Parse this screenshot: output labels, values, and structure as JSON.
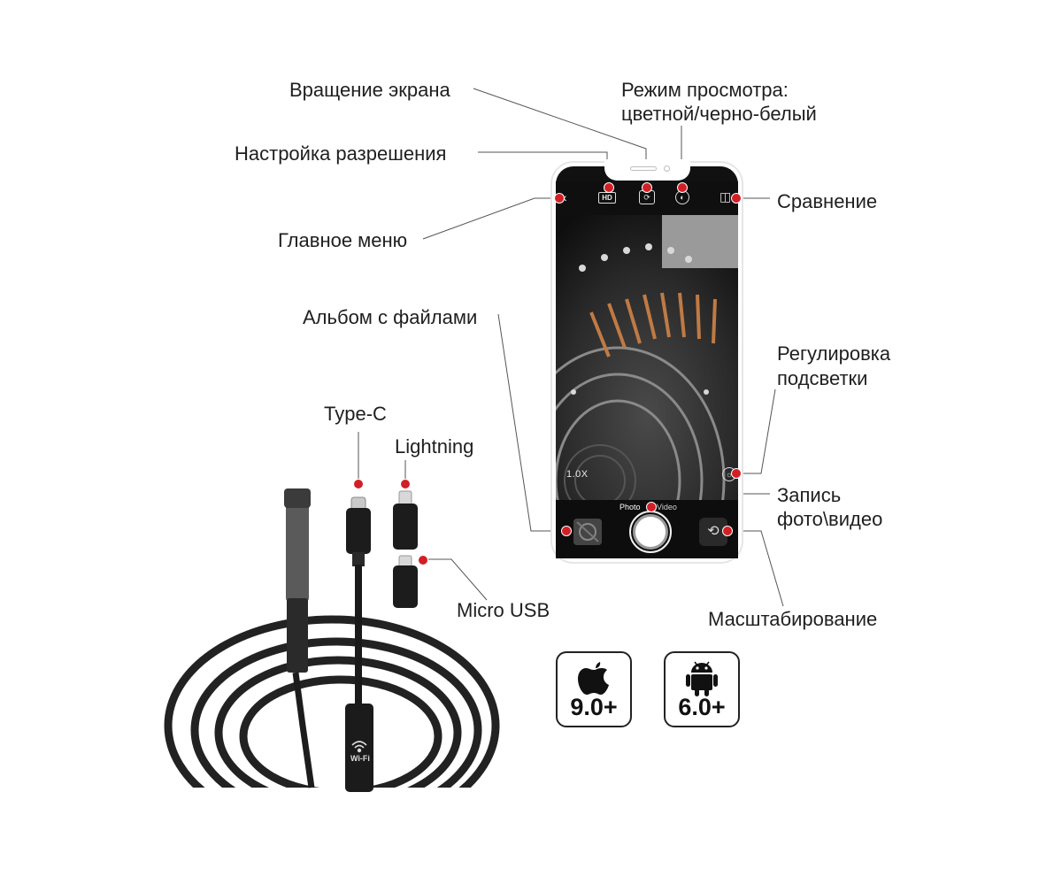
{
  "labels": {
    "screen_rotation": "Вращение экрана",
    "view_mode_line1": "Режим просмотра:",
    "view_mode_line2": "цветной/черно-белый",
    "resolution": "Настройка разрешения",
    "compare": "Сравнение",
    "main_menu": "Главное меню",
    "album": "Альбом с файлами",
    "backlight_line1": "Регулировка",
    "backlight_line2": "подсветки",
    "record_line1": "Запись",
    "record_line2": "фото\\видео",
    "zoom": "Масштабирование",
    "type_c": "Type-C",
    "lightning": "Lightning",
    "micro_usb": "Micro USB"
  },
  "app": {
    "hd_icon": "HD",
    "zoom_level": "1.0X",
    "mode_photo": "Photo",
    "mode_video": "Video"
  },
  "cable": {
    "wifi_text": "Wi-Fi"
  },
  "badges": {
    "ios": {
      "icon": "apple-icon",
      "version": "9.0+"
    },
    "android": {
      "icon": "android-icon",
      "version": "6.0+"
    }
  },
  "colors": {
    "marker": "#d21f26",
    "leader": "#555555",
    "screen": "#111111"
  }
}
